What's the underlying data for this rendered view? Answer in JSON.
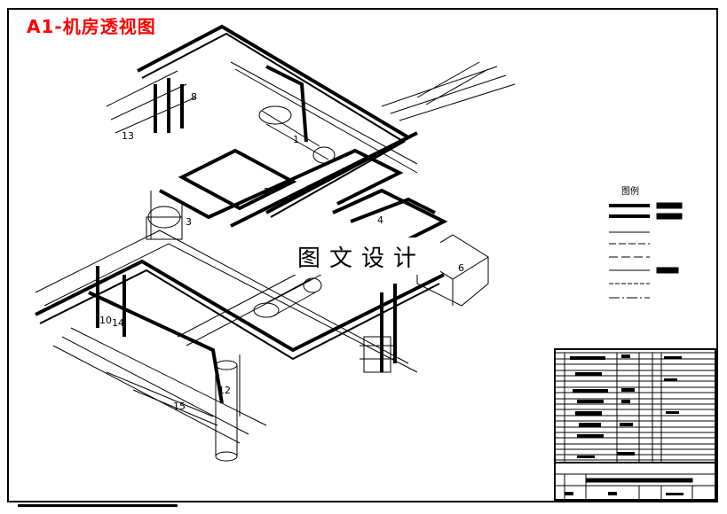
{
  "drawing": {
    "title": "A1-机房透视图",
    "watermark": "图文设计",
    "legend_title": "图例",
    "callouts": [
      "1",
      "2",
      "3",
      "4",
      "6",
      "8",
      "10",
      "12",
      "13",
      "14",
      "15"
    ]
  },
  "colors": {
    "title": "#ff0000",
    "lines": "#000000",
    "background": "#ffffff"
  }
}
